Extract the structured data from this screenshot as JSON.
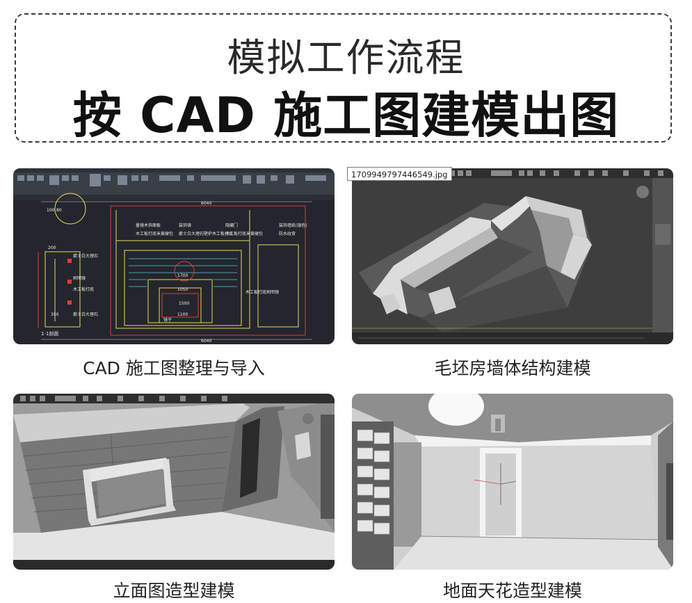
{
  "header": {
    "title_light": "模拟工作流程",
    "title_bold": "按 CAD 施工图建模出图"
  },
  "tooltip": {
    "filename": "1709949797446549.jpg"
  },
  "steps": [
    {
      "caption": "CAD 施工图整理与导入"
    },
    {
      "caption": "毛坯房墙体结构建模"
    },
    {
      "caption": "立面图造型建模"
    },
    {
      "caption": "地面天花造型建模"
    }
  ],
  "cad": {
    "section_label": "1-1剖面",
    "labels": [
      "墨镜木饰面板",
      "装饰镜",
      "隐藏门",
      "装饰墙纸(银色)",
      "木工板打底米黄硬包",
      "爵士白大理石壁炉木工板打底",
      "木工板打底米黄硬包",
      "防水纹背",
      "木工板打底刷明镜",
      "爵士白大理石",
      "刷明镜",
      "木工板打底",
      "爵士白大理石",
      "镜子"
    ],
    "dims": [
      "100",
      "80",
      "200",
      "350",
      "1700",
      "1050",
      "1500",
      "1100",
      "6040",
      "6040"
    ]
  },
  "colors": {
    "cad_bg": "#23262c",
    "cad_yellow": "#e8d95a",
    "cad_red": "#e03b3b",
    "cad_cyan": "#5fd3e6",
    "viewport_bg": "#4a4a4a"
  }
}
